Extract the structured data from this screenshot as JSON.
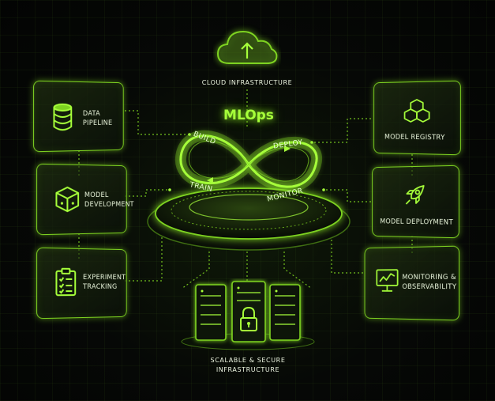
{
  "diagram": {
    "title": "MLOps",
    "loop_stages": [
      "BUILD",
      "DEPLOY",
      "TRAIN",
      "MONITOR"
    ],
    "cloud_label": "CLOUD INFRASTRUCTURE",
    "bottom_label": [
      "SCALABLE & SECURE",
      "INFRASTRUCTURE"
    ],
    "left_cards": [
      {
        "lines": [
          "DATA",
          "PIPELINE"
        ],
        "icon": "database-icon"
      },
      {
        "lines": [
          "MODEL",
          "DEVELOPMENT"
        ],
        "icon": "cube-icon"
      },
      {
        "lines": [
          "EXPERIMENT",
          "TRACKING"
        ],
        "icon": "clipboard-icon"
      }
    ],
    "right_cards": [
      {
        "lines": [
          "MODEL REGISTRY"
        ],
        "icon": "cubes-icon"
      },
      {
        "lines": [
          "MODEL DEPLOYMENT"
        ],
        "icon": "rocket-icon"
      },
      {
        "lines": [
          "MONITORING &",
          "OBSERVABILITY"
        ],
        "icon": "monitor-chart-icon"
      }
    ],
    "accent_color": "#7ed321",
    "glow_color": "#a6ff3a",
    "background_color": "#050705"
  }
}
